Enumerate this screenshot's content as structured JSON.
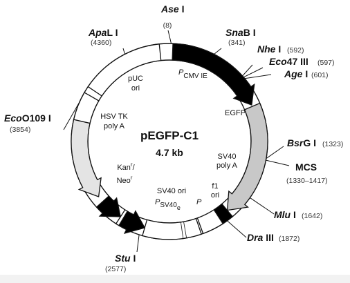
{
  "plasmid": {
    "name": "pEGFP-C1",
    "size": "4.7 kb"
  },
  "colors": {
    "black_feature": "#000000",
    "gray_feature": "#c8c8c8",
    "light_feature": "#e4e4e4",
    "white_feature": "#ffffff",
    "outline": "#111111",
    "background": "#ffffff",
    "page": "#f2f2f2"
  },
  "sites": {
    "ase": {
      "italic": "Ase",
      "upright": " I",
      "pos": "(8)"
    },
    "snab": {
      "italic": "Sna",
      "upright": "B I",
      "pos": "(341)"
    },
    "nhe": {
      "italic": "Nhe",
      "upright": " I",
      "pos": "(592)"
    },
    "eco47": {
      "italic": "Eco",
      "upright": "47 III",
      "pos": "(597)"
    },
    "age": {
      "italic": "Age",
      "upright": " I",
      "pos": "(601)"
    },
    "bsrg": {
      "italic": "Bsr",
      "upright": "G I",
      "pos": "(1323)"
    },
    "mcs": {
      "label": "MCS",
      "pos": "(1330–1417)"
    },
    "mlu": {
      "italic": "Mlu",
      "upright": " I",
      "pos": "(1642)"
    },
    "dra": {
      "italic": "Dra",
      "upright": " III",
      "pos": "(1872)"
    },
    "stu": {
      "italic": "Stu",
      "upright": " I",
      "pos": "(2577)"
    },
    "eco0109": {
      "italic": "Eco",
      "upright": "O109 I",
      "pos": "(3854)"
    },
    "apal": {
      "italic": "Apa",
      "upright": "L I",
      "pos": "(4360)"
    }
  },
  "features": {
    "pcmv": {
      "main": "P",
      "sub": "CMV IE"
    },
    "egfp": {
      "label": "EGFP"
    },
    "sv40polya": {
      "line1": "SV40",
      "line2": "poly A"
    },
    "f1ori": {
      "line1": "f1",
      "line2": "ori"
    },
    "p": {
      "label": "P"
    },
    "sv40ori": {
      "line1": "SV40 ori",
      "p_main": "P",
      "p_sub": "SV40",
      "p_subsub": "e"
    },
    "kan": {
      "line1": "Kan",
      "line1_sup": "r",
      "line1_tail": "/",
      "line2": "Neo",
      "line2_sup": "r"
    },
    "hsvtk": {
      "line1": "HSV TK",
      "line2": "poly A"
    },
    "puc": {
      "line1": "pUC",
      "line2": "ori"
    }
  }
}
